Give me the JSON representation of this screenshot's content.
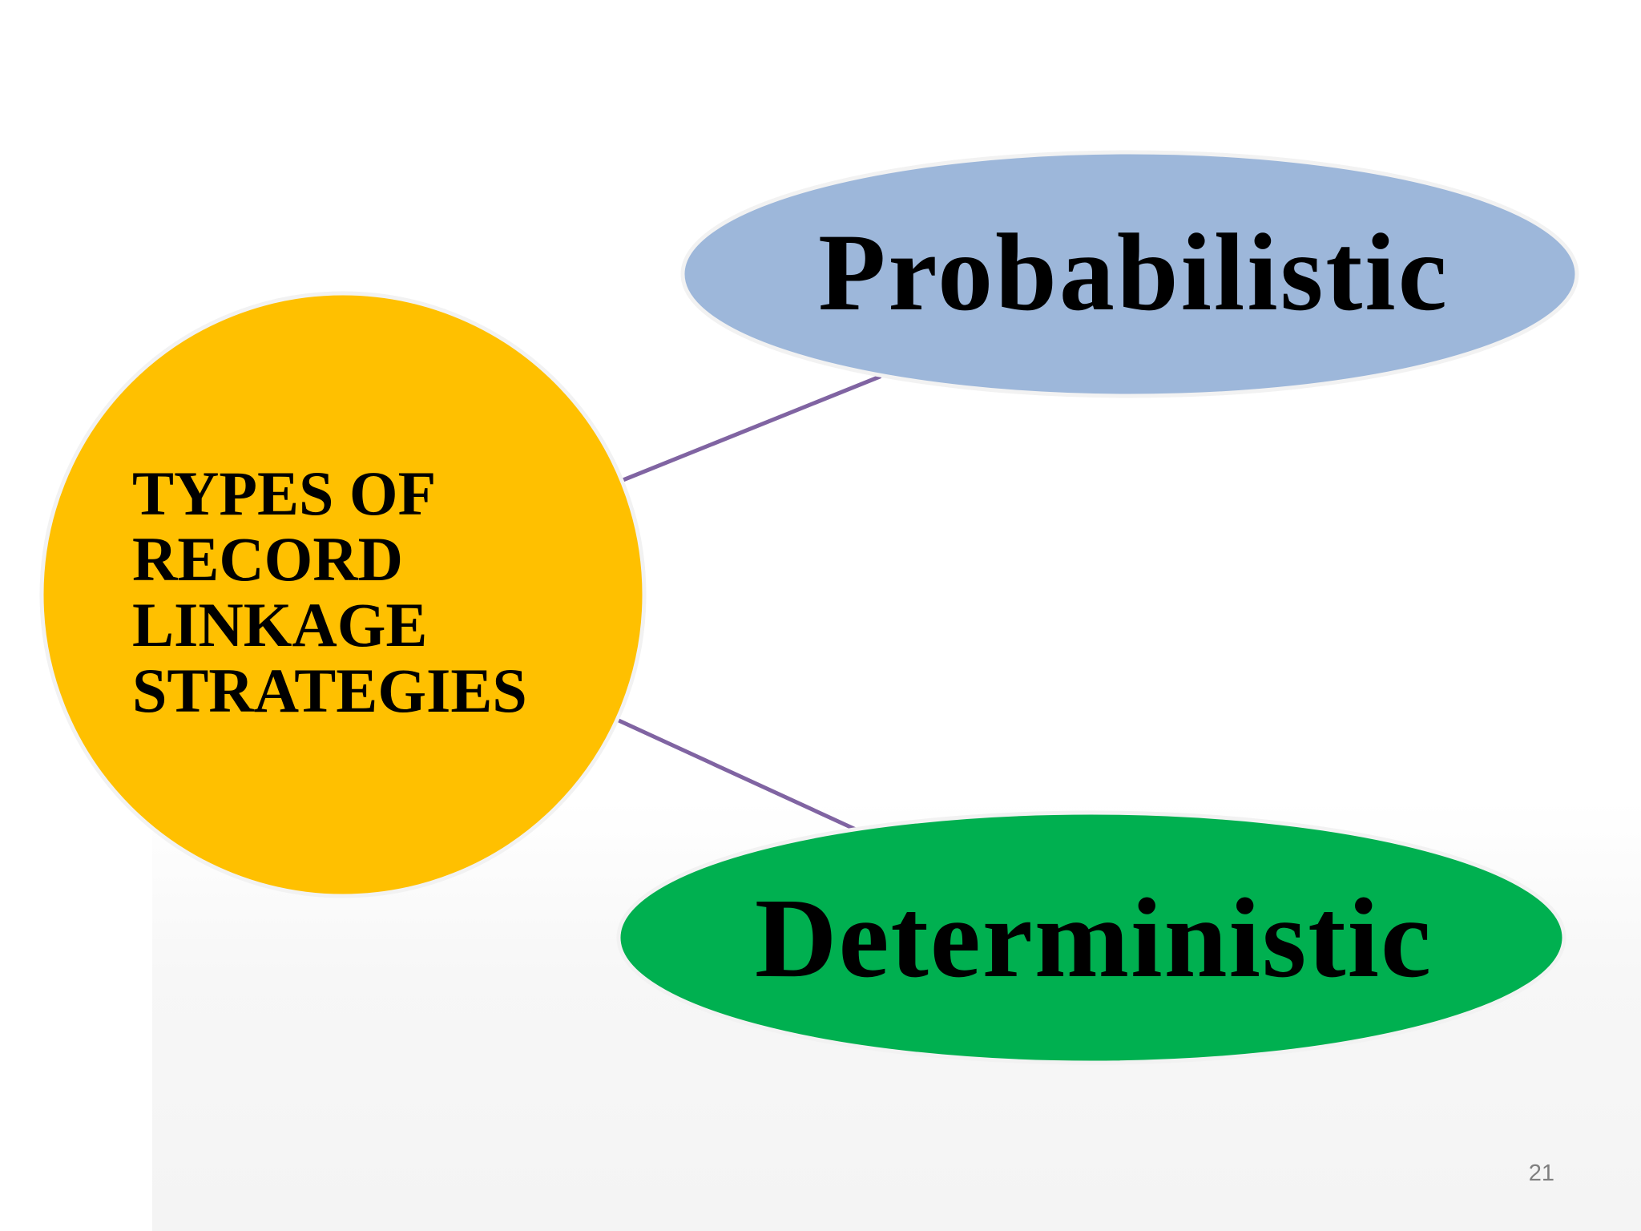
{
  "slide": {
    "center_node": {
      "lines": [
        "TYPES OF",
        "RECORD",
        "LINKAGE",
        "STRATEGIES"
      ],
      "fill": "#FFC000"
    },
    "nodes": [
      {
        "label": "Probabilistic",
        "fill": "#9DB7DA"
      },
      {
        "label": "Deterministic",
        "fill": "#00B050"
      }
    ],
    "connector_color": "#8064A2",
    "page_number": "21"
  }
}
